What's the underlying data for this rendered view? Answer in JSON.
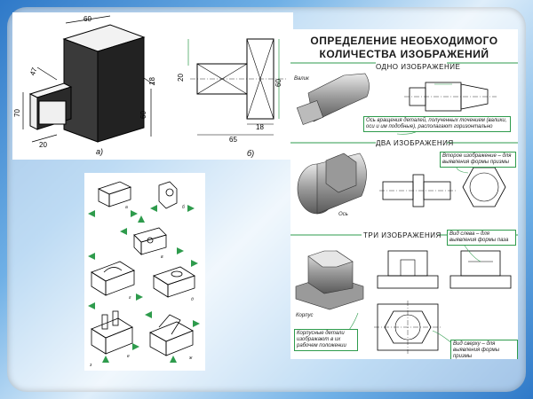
{
  "drawing_1": {
    "dims": {
      "top_width": "60",
      "depth": "47",
      "height_left": "70",
      "base": "20",
      "right_side": "18",
      "height_right": "60",
      "square": "20",
      "inner": "18",
      "overall": "65",
      "tall": "60"
    },
    "captions": {
      "a": "а)",
      "b": "б)"
    }
  },
  "poster": {
    "title_line1": "ОПРЕДЕЛЕНИЕ НЕОБХОДИМОГО",
    "title_line2": "КОЛИЧЕСТВА ИЗОБРАЖЕНИЙ",
    "section_one": "ОДНО ИЗОБРАЖЕНИЕ",
    "section_two": "ДВА ИЗОБРАЖЕНИЯ",
    "section_three": "ТРИ ИЗОБРАЖЕНИЯ",
    "label_shaft": "Валик",
    "label_axis": "Ось",
    "label_body": "Корпус",
    "note_axis": "Ось вращения деталей, полученных точением (валики, оси и им подобные), располагают горизонтально",
    "note_second": "Второе изображение – для выявления формы призмы",
    "note_left": "Вид слева – для выявления формы паза",
    "note_body": "Корпусные детали изображают в их рабочем положении",
    "note_top": "Вид сверху – для выявления формы призмы"
  },
  "sketch_letters": [
    "а",
    "б",
    "в",
    "г",
    "д",
    "е",
    "ж",
    "з"
  ]
}
